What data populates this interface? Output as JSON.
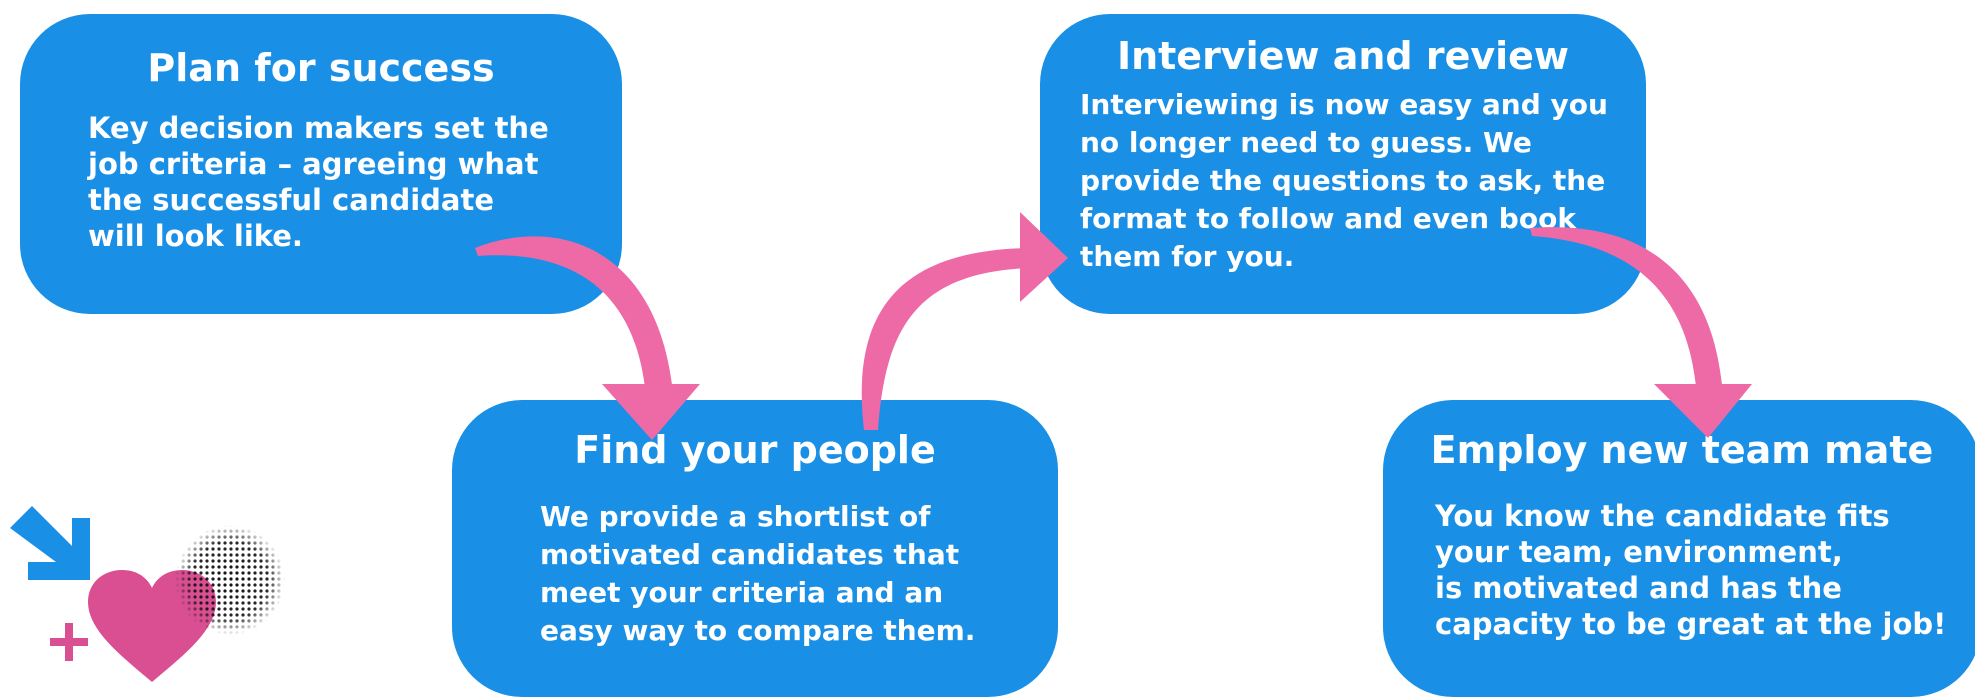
{
  "colors": {
    "card": "#1a8fe6",
    "arrow": "#ee6aa7",
    "heart": "#d94f92",
    "small_arrow": "#1a8fe6"
  },
  "steps": [
    {
      "title": "Plan for success",
      "body": "Key decision makers set the\njob criteria – agreeing what\nthe successful candidate\nwill look like."
    },
    {
      "title": "Find your people",
      "body": "We provide a shortlist of\nmotivated candidates that\nmeet your criteria and an\neasy way to compare them."
    },
    {
      "title": "Interview and review",
      "body": "Interviewing is now easy and you\nno longer need to guess. We\nprovide the questions to ask, the\nformat to follow and even book\nthem for you."
    },
    {
      "title": "Employ new team mate",
      "body": "You know the candidate fits\nyour team, environment,\nis motivated and has the\ncapacity to be great at the job!"
    }
  ],
  "icons": [
    "arrow-down-right-icon",
    "plus-icon",
    "heart-icon",
    "halftone-circle-icon"
  ]
}
